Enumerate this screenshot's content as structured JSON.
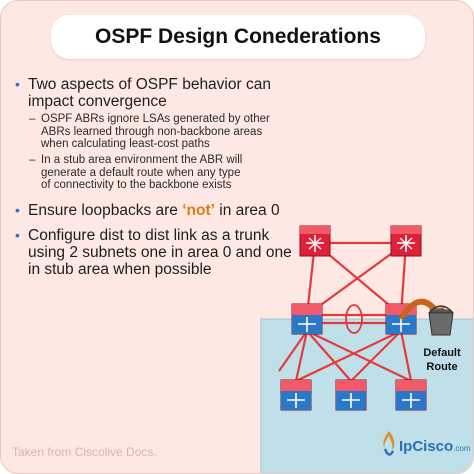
{
  "title": "OSPF Design Conederations",
  "bullets": [
    {
      "lines": [
        "Two aspects of OSPF behavior can",
        "impact convergence"
      ],
      "subitems": [
        {
          "lines": [
            "OSPF ABRs ignore LSAs generated by other",
            "ABRs learned through non-backbone areas",
            "when calculating least-cost paths"
          ]
        },
        {
          "lines": [
            "In a stub area environment the ABR will",
            "generate a default route when any type",
            "of connectivity to the backbone exists"
          ]
        }
      ]
    },
    {
      "before": "Ensure loopbacks are ",
      "highlight": "‘not’",
      "after": " in area 0"
    },
    {
      "lines": [
        "Configure dist to dist link as a trunk",
        "using 2 subnets one in area 0 and one",
        "in stub area when possible"
      ]
    }
  ],
  "diagram": {
    "callout_lines": [
      "Default",
      "Route"
    ],
    "colors": {
      "stub_area": "#bfe0e9",
      "link": "#e53a3a",
      "router_red": "#e0203a",
      "router_blue": "#2b77c8"
    }
  },
  "footer": "Taken from Ciscolive Docs.",
  "logo": {
    "name": "IpCisco",
    "suffix": ".com"
  },
  "colors": {
    "background": "#fde8e3",
    "bullet": "#2a6fd6",
    "accent": "#e07a1a"
  }
}
